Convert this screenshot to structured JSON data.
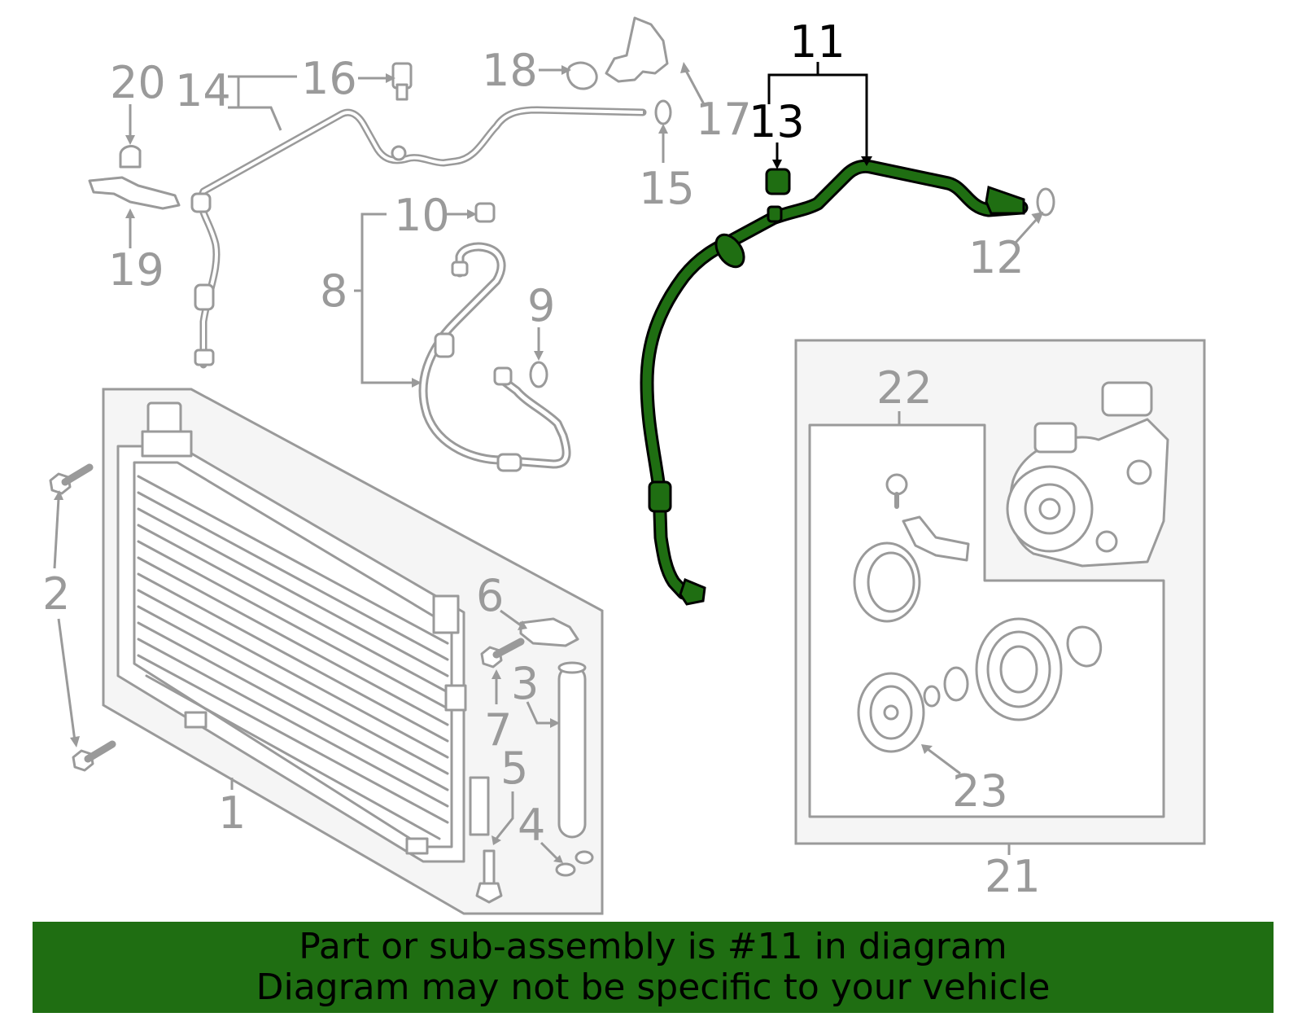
{
  "diagram": {
    "highlighted_part": "11",
    "colors": {
      "highlight": "#1f6e12",
      "parts": "#9a9a9a",
      "panel": "#f5f5f5"
    },
    "callouts": [
      {
        "id": "1",
        "label": "1",
        "highlighted": false
      },
      {
        "id": "2",
        "label": "2",
        "highlighted": false
      },
      {
        "id": "3",
        "label": "3",
        "highlighted": false
      },
      {
        "id": "4",
        "label": "4",
        "highlighted": false
      },
      {
        "id": "5",
        "label": "5",
        "highlighted": false
      },
      {
        "id": "6",
        "label": "6",
        "highlighted": false
      },
      {
        "id": "7",
        "label": "7",
        "highlighted": false
      },
      {
        "id": "8",
        "label": "8",
        "highlighted": false
      },
      {
        "id": "9",
        "label": "9",
        "highlighted": false
      },
      {
        "id": "10",
        "label": "10",
        "highlighted": false
      },
      {
        "id": "11",
        "label": "11",
        "highlighted": true
      },
      {
        "id": "12",
        "label": "12",
        "highlighted": false
      },
      {
        "id": "13",
        "label": "13",
        "highlighted": true
      },
      {
        "id": "14",
        "label": "14",
        "highlighted": false
      },
      {
        "id": "15",
        "label": "15",
        "highlighted": false
      },
      {
        "id": "16",
        "label": "16",
        "highlighted": false
      },
      {
        "id": "17",
        "label": "17",
        "highlighted": false
      },
      {
        "id": "18",
        "label": "18",
        "highlighted": false
      },
      {
        "id": "19",
        "label": "19",
        "highlighted": false
      },
      {
        "id": "20",
        "label": "20",
        "highlighted": false
      },
      {
        "id": "21",
        "label": "21",
        "highlighted": false
      },
      {
        "id": "22",
        "label": "22",
        "highlighted": false
      },
      {
        "id": "23",
        "label": "23",
        "highlighted": false
      }
    ]
  },
  "banner": {
    "line1": "Part or sub-assembly is #11 in diagram",
    "line2": "Diagram may not be specific to your vehicle"
  }
}
